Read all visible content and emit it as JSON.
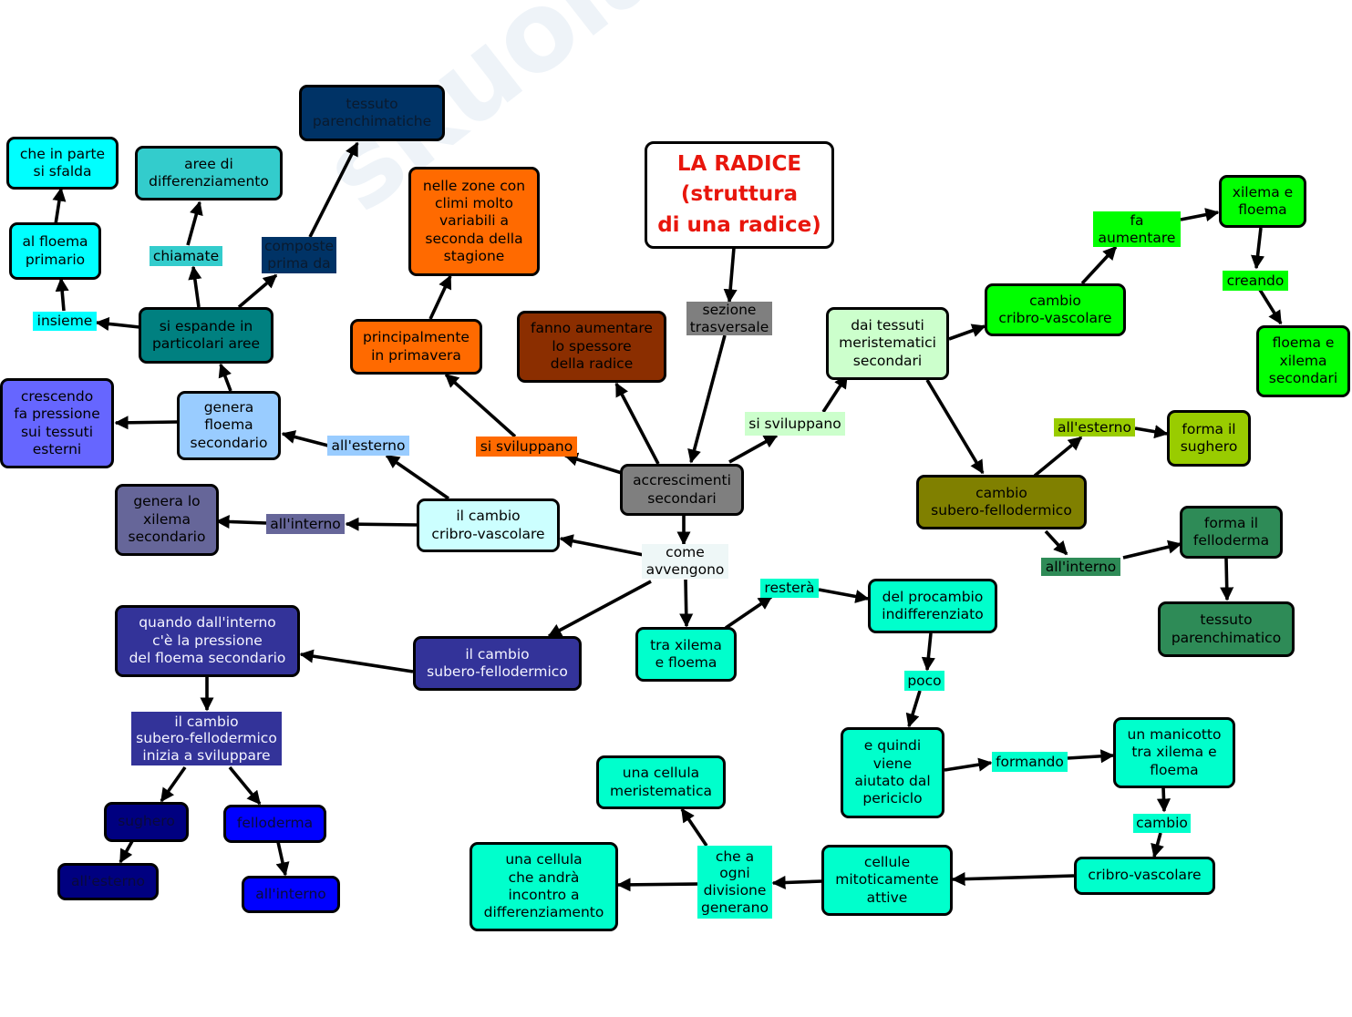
{
  "watermark": "skuola.net",
  "title": "LA RADICE\n(struttura\ndi una radice)",
  "nodes": {
    "sezione": "sezione\ntrasversale",
    "accrescimenti": "accrescimenti\nsecondari",
    "fanno_aumentare": "fanno aumentare\nlo spessore\ndella radice",
    "si_sviluppano_left": "si sviluppano",
    "principalmente": "principalmente\nin primavera",
    "nelle_zone": "nelle zone con\nclimi molto\nvariabili a\nseconda della\nstagione",
    "si_sviluppano_right": "si sviluppano",
    "dai_tessuti": "dai tessuti\nmeristematici\nsecondari",
    "cambio_cv_right": "cambio\ncribro-vascolare",
    "fa_aumentare": "fa\naumentare",
    "xilema_floema": "xilema e\nfloema",
    "creando": "creando",
    "floema_xilema_sec": "floema e\nxilema\nsecondari",
    "cambio_sf_right": "cambio\nsubero-fellodermico",
    "all_esterno_r": "all'esterno",
    "forma_sughero": "forma il\nsughero",
    "all_interno_r": "all'interno",
    "forma_felloderma": "forma il\nfelloderma",
    "tessuto_parenchimatico": "tessuto\nparenchimatico",
    "come_avvengono": "come\navvengono",
    "cambio_cv_center": "il cambio\ncribro-vascolare",
    "all_esterno_c": "all'esterno",
    "genera_floema": "genera\nfloema\nsecondario",
    "crescendo": "crescendo\nfa pressione\nsui tessuti\nesterni",
    "all_interno_c": "all'interno",
    "genera_xilema": "genera lo\nxilema\nsecondario",
    "si_espande": "si espande in\nparticolari aree",
    "insieme": "insieme",
    "al_floema": "al floema\nprimario",
    "che_in_parte": "che in parte\nsi sfalda",
    "chiamate": "chiamate",
    "aree_diff": "aree di\ndifferenziamento",
    "composte": "composte\nprima da",
    "tessuto_parenchimatiche": "tessuto\nparenchimatiche",
    "cambio_sf_left": "il cambio\nsubero-fellodermico",
    "quando": "quando dall'interno\nc'è la pressione\ndel floema secondario",
    "inizia": "il cambio\nsubero-fellodermico\ninizia a sviluppare",
    "sughero": "sughero",
    "all_esterno_l": "all'esterno",
    "felloderma": "felloderma",
    "all_interno_l": "all'interno",
    "tra_xilema": "tra xilema\ne floema",
    "restera": "resterà",
    "procambio": "del procambio\nindifferenziato",
    "poco": "poco",
    "e_quindi": "e quindi\nviene\naiutato dal\npericiclo",
    "formando": "formando",
    "manicotto": "un manicotto\ntra xilema e\nfloema",
    "cambio_label": "cambio",
    "cribro_vascolare": "cribro-vascolare",
    "cellule_mitotiche": "cellule\nmitoticamente\nattive",
    "che_a_ogni": "che a\nogni\ndivisione\ngenerano",
    "una_cellula_meri": "una cellula\nmeristematica",
    "una_cellula_diff": "una cellula\nche andrà\nincontro a\ndifferenziamento"
  },
  "colors": {
    "title_text": "#e8160c",
    "orange": "#ff6a00",
    "brown": "#8b2e00",
    "gray": "#7f7f7f",
    "light_green": "#ccffcc",
    "bright_green": "#00ff00",
    "olive": "#808000",
    "yellow_green": "#99cc00",
    "sea_green": "#2e8b57",
    "aqua": "#00ffcc",
    "light_cyan": "#ccffff",
    "sky": "#99ccff",
    "periwinkle": "#6666ff",
    "slate": "#666699",
    "teal": "#008080",
    "cyan": "#00ffff",
    "turquoise": "#33cccc",
    "navy_teal": "#003366",
    "indigo": "#333399",
    "navy": "#000080",
    "blue": "#0000ff"
  }
}
